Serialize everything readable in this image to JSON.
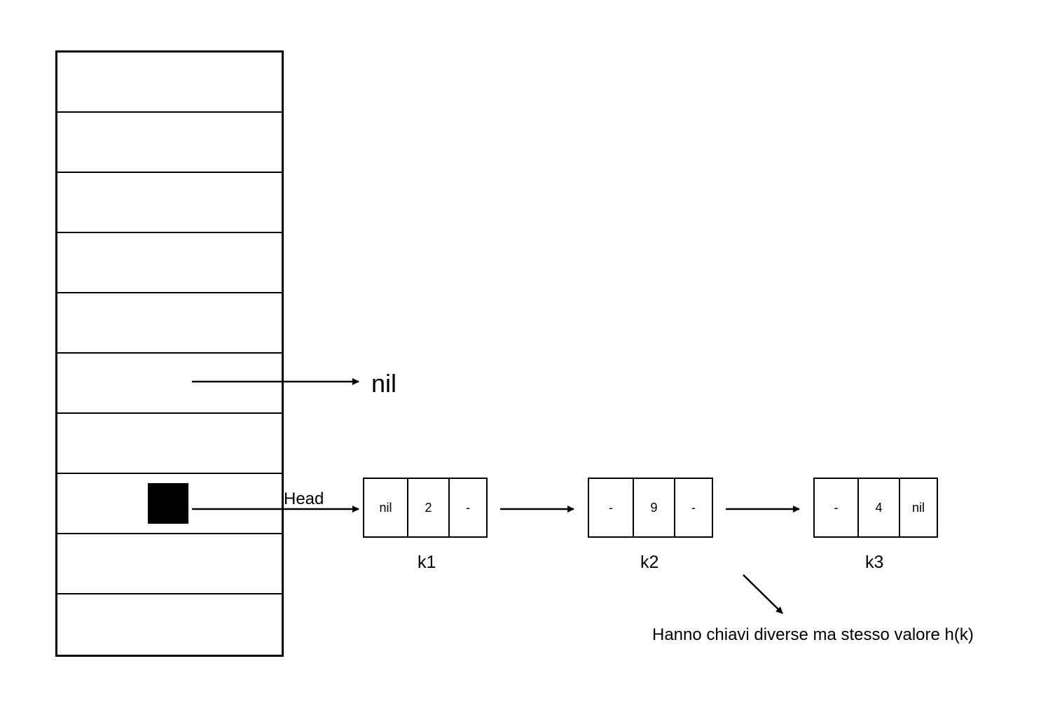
{
  "nil_label": "nil",
  "head_label": "Head",
  "nodes": [
    {
      "key": "k1",
      "cells": [
        "nil",
        "2",
        "-"
      ]
    },
    {
      "key": "k2",
      "cells": [
        "-",
        "9",
        "-"
      ]
    },
    {
      "key": "k3",
      "cells": [
        "-",
        "4",
        "nil"
      ]
    }
  ],
  "note": "Hanno chiavi diverse ma stesso valore h(k)"
}
